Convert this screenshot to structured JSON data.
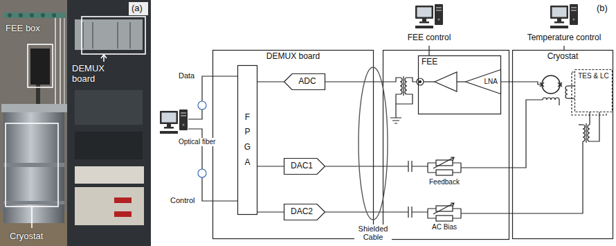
{
  "diagram": {
    "nodes": [
      {
        "text": [
          "DEMUX board"
        ]
      },
      {
        "text": [
          "F P G A"
        ],
        "in": 0
      },
      {
        "text": [
          "ADC"
        ],
        "in": 0
      },
      {
        "text": [
          "DAC1"
        ],
        "in": 0
      },
      {
        "text": [
          "DAC2"
        ],
        "in": 0
      },
      {
        "text": [
          "Shielded Cable"
        ]
      },
      {
        "text": [
          "FEE control"
        ]
      },
      {
        "text": [
          "FEE"
        ]
      },
      {
        "text": [
          "LNA"
        ],
        "in": 7
      },
      {
        "text": [
          "Temperature control"
        ]
      },
      {
        "text": [
          "Cryostat"
        ]
      },
      {
        "text": [
          "TES & LC"
        ],
        "in": 10
      }
    ],
    "edges": [
      {
        "from": 1,
        "to": 2,
        "arrow": "none"
      },
      {
        "from": 1,
        "to": 3,
        "arrow": "none"
      },
      {
        "from": 1,
        "to": 4,
        "arrow": "none"
      },
      {
        "from": 6,
        "to": 7,
        "arrow": "none"
      },
      {
        "from": 9,
        "to": 10,
        "arrow": "none"
      }
    ],
    "labels": [
      "(a)",
      "FEE box",
      "DEMUX board",
      "Cryostat",
      "(b)",
      "Data",
      "Control",
      "Optical fiber",
      "Feedback",
      "AC Bias"
    ]
  }
}
